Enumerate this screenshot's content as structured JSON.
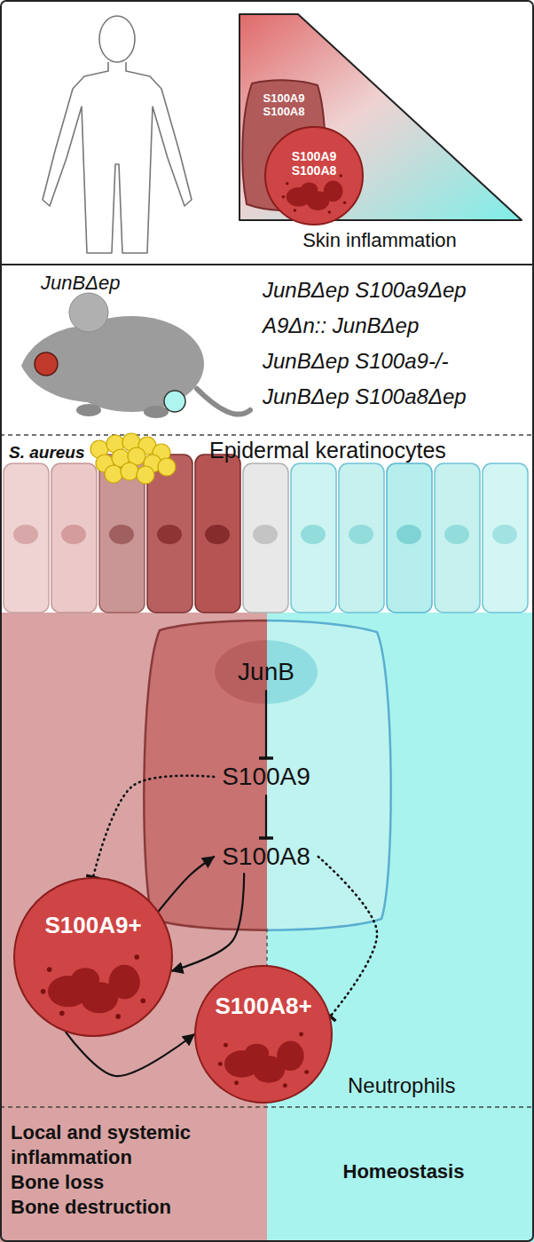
{
  "diagram": {
    "nodes": [
      {
        "text": [
          "Skin inflammation"
        ]
      },
      {
        "text": [
          "S100A9 S100A8"
        ],
        "in": 0
      },
      {
        "text": [
          "S100A9 S100A8"
        ],
        "in": 0
      },
      {
        "text": [
          "JunB"
        ]
      },
      {
        "text": [
          "S100A9"
        ]
      },
      {
        "text": [
          "S100A8"
        ]
      },
      {
        "text": [
          "S100A9+"
        ]
      },
      {
        "text": [
          "S100A8+"
        ]
      }
    ],
    "edges": [
      {
        "from": 3,
        "to": 4,
        "arrow": "to"
      },
      {
        "from": 4,
        "to": 5,
        "arrow": "to"
      },
      {
        "from": 6,
        "to": 5,
        "arrow": "to"
      },
      {
        "from": 5,
        "to": 6,
        "arrow": "to"
      },
      {
        "from": 6,
        "to": 7,
        "arrow": "to"
      },
      {
        "from": 4,
        "to": 6,
        "arrow": "to"
      },
      {
        "from": 5,
        "to": 7,
        "arrow": "to"
      }
    ],
    "labels": [
      "JunBΔep",
      "JunBΔep S100a9Δep",
      "A9Δn:: JunBΔep",
      "JunBΔep S100a9-/-",
      "JunBΔep S100a8Δep",
      "S. aureus",
      "Epidermal keratinocytes",
      "Neutrophils",
      "Local and systemic inflammation",
      "Bone loss",
      "Bone destruction",
      "Homeostasis"
    ]
  }
}
